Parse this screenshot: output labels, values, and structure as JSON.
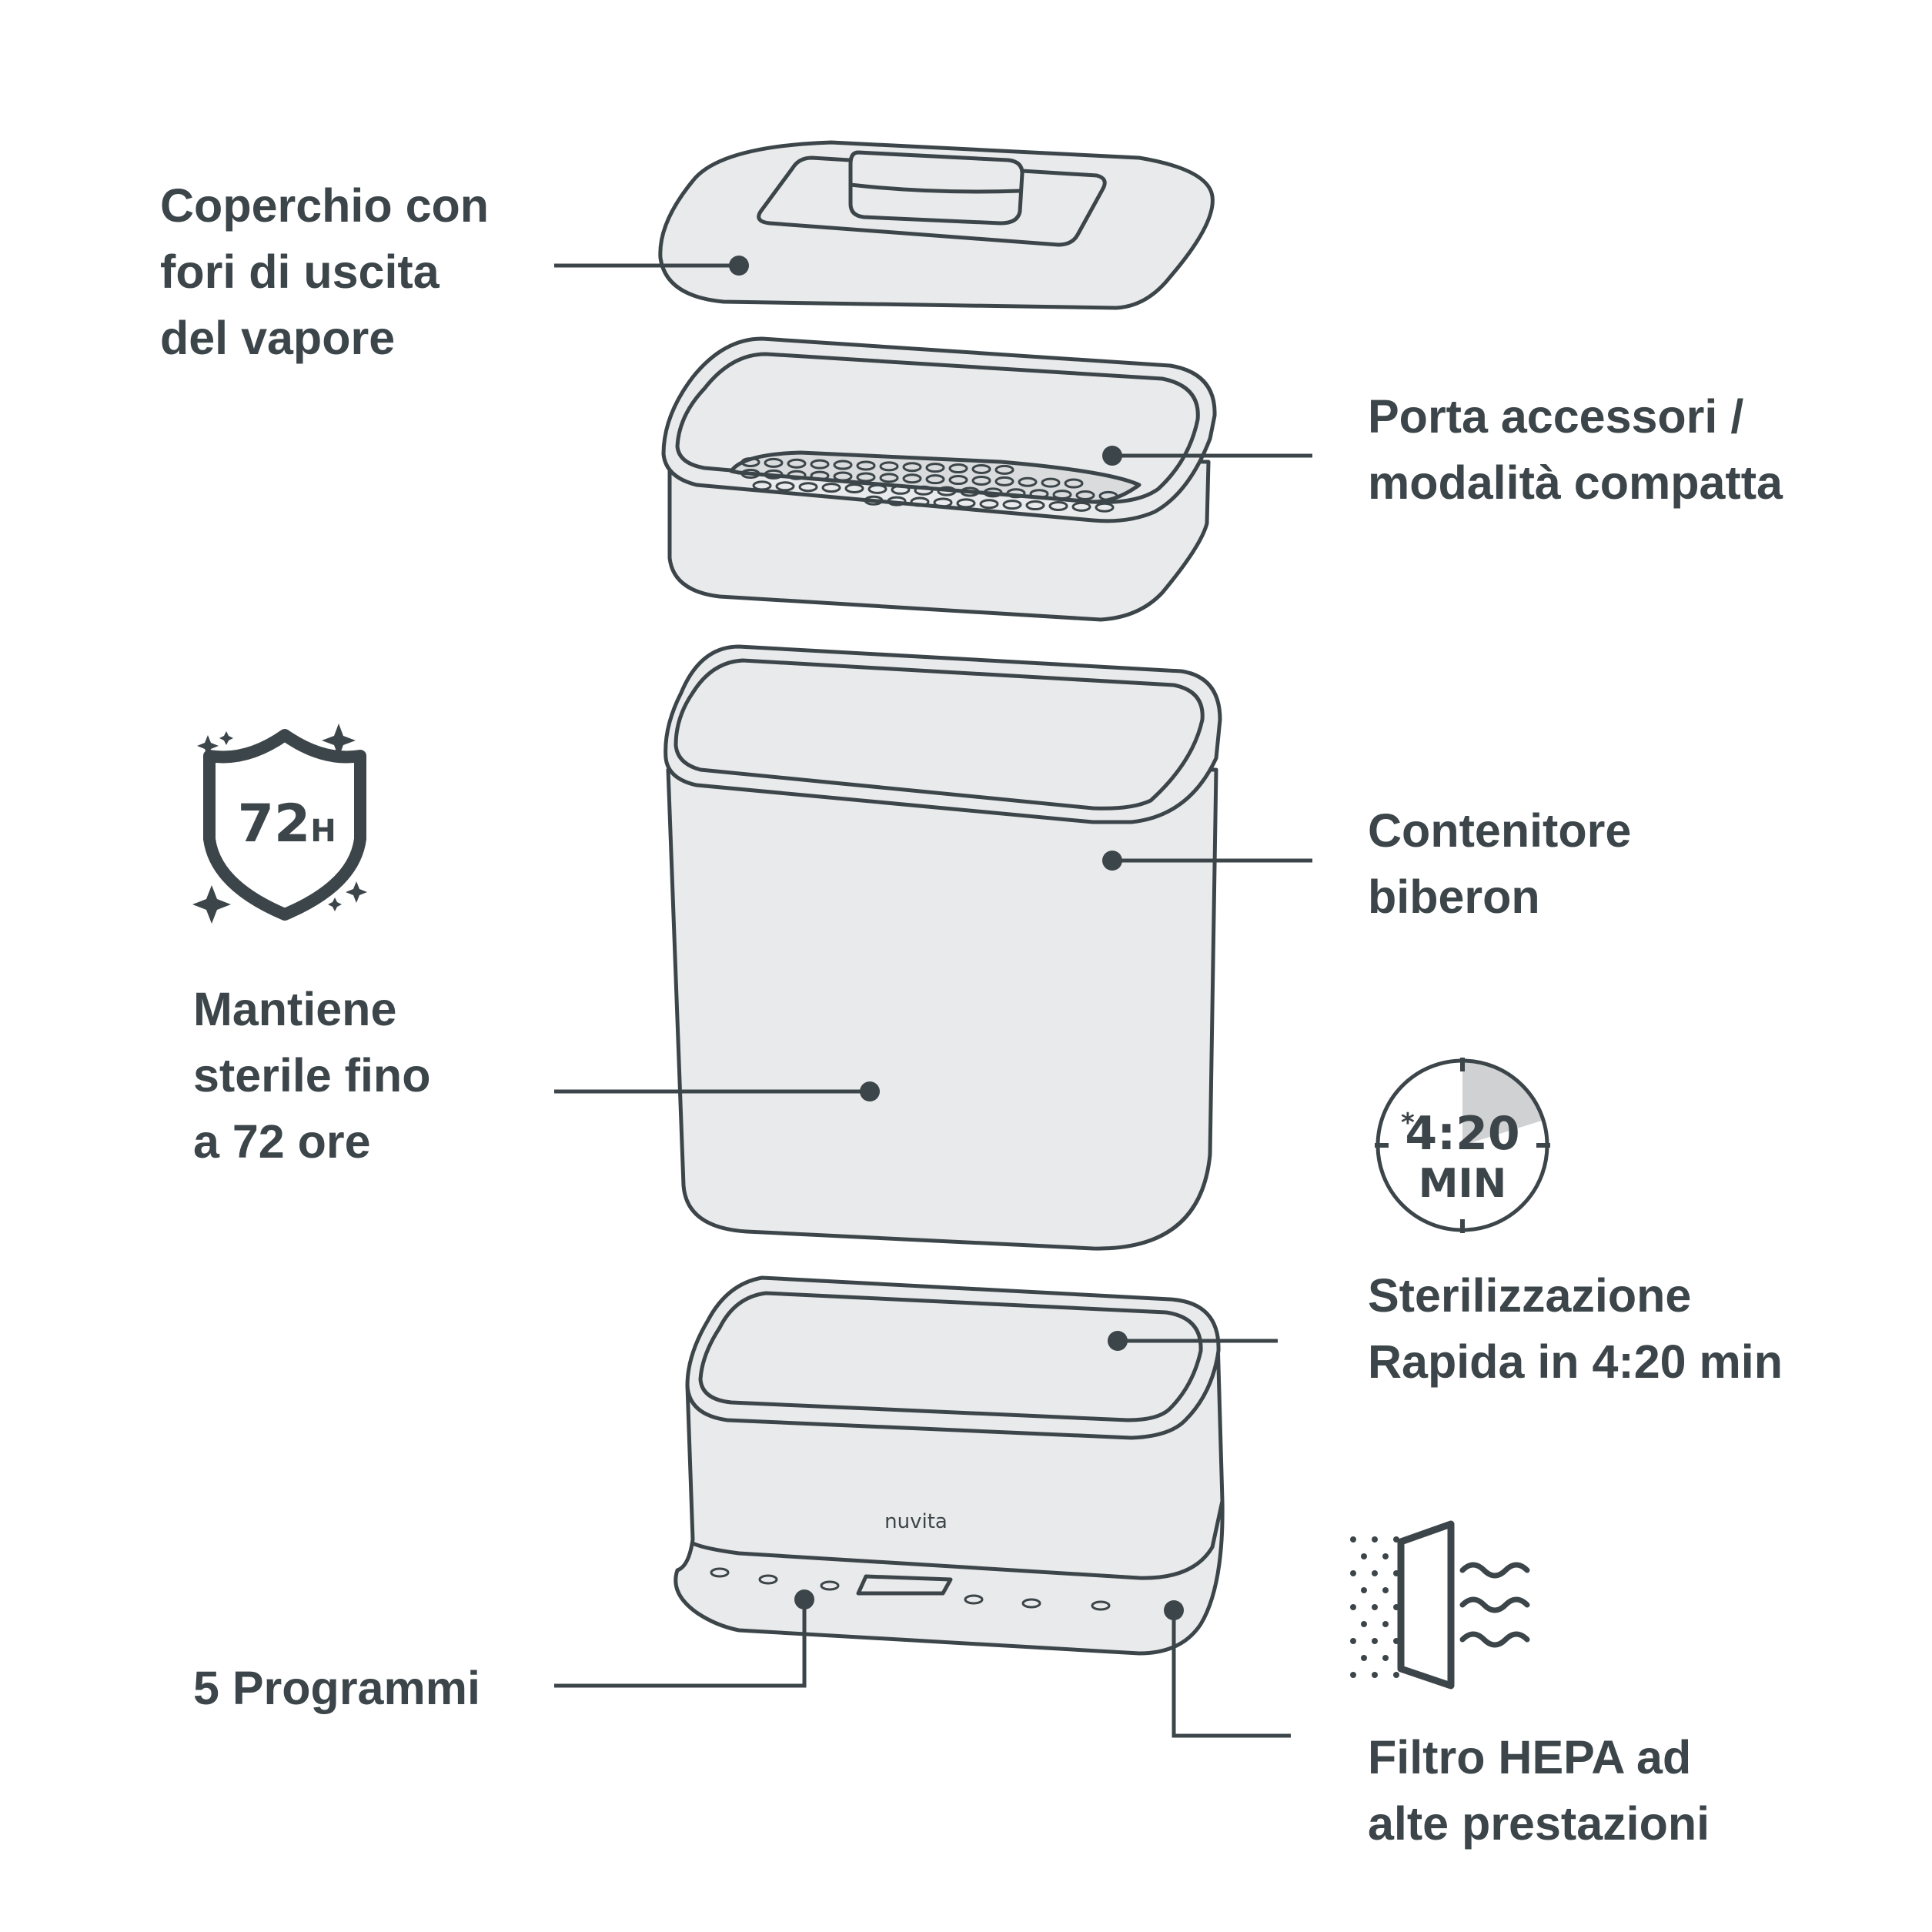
{
  "labels": {
    "lid": [
      "Coperchio con",
      "fori di uscita",
      "del vapore"
    ],
    "tray": [
      "Porta accessori /",
      "modalità compatta"
    ],
    "container": [
      "Contenitore",
      "biberon"
    ],
    "sterile": [
      "Mantiene",
      "sterile fino",
      "a 72 ore"
    ],
    "rapid": [
      "Sterilizzazione",
      "Rapida in 4:20 min"
    ],
    "programs": [
      "5 Programmi"
    ],
    "filter": [
      "Filtro HEPA ad",
      "alte prestazioni"
    ]
  },
  "badge_72h": {
    "number": "72",
    "unit": "H"
  },
  "timer": {
    "asterisk": "*",
    "time": "4:20",
    "unit": "MIN",
    "progress_fraction": 0.12
  },
  "brand": "nuvita",
  "colors": {
    "ink": "#3c4549",
    "fill": "#e9eaeb",
    "filter_gray": "#cfd1d2"
  },
  "icons": [
    "sparkle-icon",
    "shield-icon",
    "timer-icon",
    "hepa-filter-icon",
    "airflow-waves-icon"
  ]
}
